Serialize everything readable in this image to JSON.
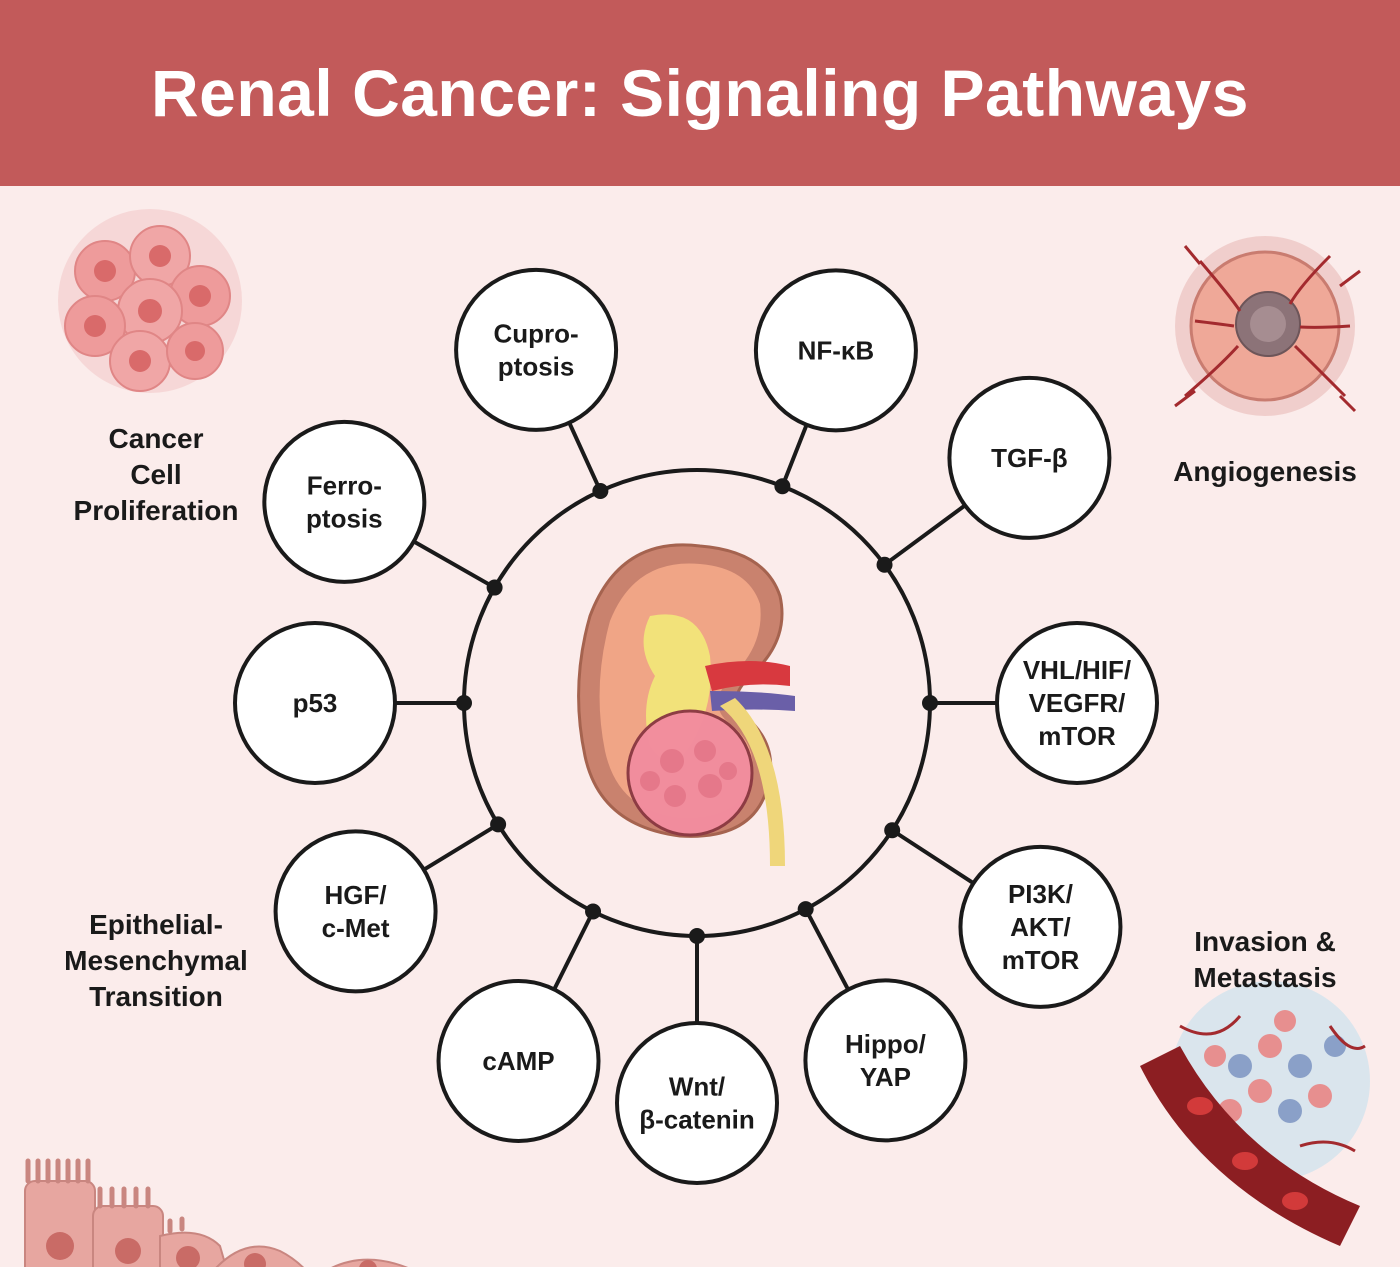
{
  "title": "Renal Cancer: Signaling Pathways",
  "pathways": [
    {
      "id": "cuproptosis",
      "lines": [
        "Cupro-",
        "ptosis"
      ]
    },
    {
      "id": "nfkb",
      "lines": [
        "NF-κB"
      ]
    },
    {
      "id": "tgfb",
      "lines": [
        "TGF-β"
      ]
    },
    {
      "id": "vhl",
      "lines": [
        "VHL/HIF/",
        "VEGFR/",
        "mTOR"
      ]
    },
    {
      "id": "pi3k",
      "lines": [
        "PI3K/",
        "AKT/",
        "mTOR"
      ]
    },
    {
      "id": "hippo",
      "lines": [
        "Hippo/",
        "YAP"
      ]
    },
    {
      "id": "wnt",
      "lines": [
        "Wnt/",
        "β-catenin"
      ]
    },
    {
      "id": "camp",
      "lines": [
        "cAMP"
      ]
    },
    {
      "id": "hgf",
      "lines": [
        "HGF/",
        "c-Met"
      ]
    },
    {
      "id": "p53",
      "lines": [
        "p53"
      ]
    },
    {
      "id": "ferroptosis",
      "lines": [
        "Ferro-",
        "ptosis"
      ]
    }
  ],
  "hallmarks": {
    "proliferation": [
      "Cancer",
      "Cell",
      "Proliferation"
    ],
    "angiogenesis": [
      "Angiogenesis"
    ],
    "emt": [
      "Epithelial-",
      "Mesenchymal",
      "Transition"
    ],
    "invasion": [
      "Invasion &",
      "Metastasis"
    ]
  },
  "colors": {
    "banner": "#c25a5a",
    "background": "#fbeceb",
    "outline": "#1a1a1a"
  },
  "icons": {
    "center": "kidney-tumor-icon",
    "proliferation": "cancer-cell-cluster-icon",
    "angiogenesis": "vascularized-tumor-icon",
    "emt": "epithelial-cells-icon",
    "invasion": "blood-vessel-metastasis-icon"
  }
}
